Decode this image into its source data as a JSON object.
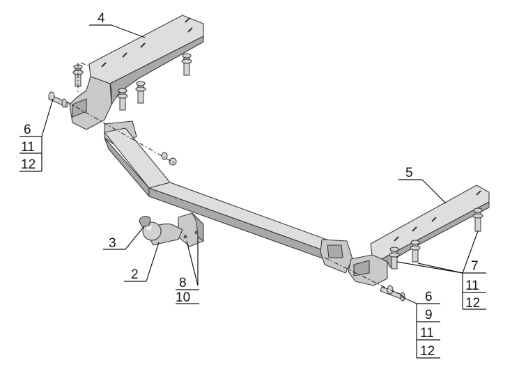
{
  "callouts": {
    "c4": "4",
    "c5": "5",
    "c3": "3",
    "c2": "2",
    "left_stack": [
      "6",
      "11",
      "12"
    ],
    "mid_stack": [
      "8",
      "10"
    ],
    "right_stack_a": [
      "7",
      "11",
      "12"
    ],
    "right_stack_b": [
      "6",
      "9",
      "11",
      "12"
    ]
  },
  "colors": {
    "metal": "#c9c9c9",
    "metal_shadow": "#a9a9a9",
    "outline": "#3a3a3a",
    "text": "#111111"
  }
}
